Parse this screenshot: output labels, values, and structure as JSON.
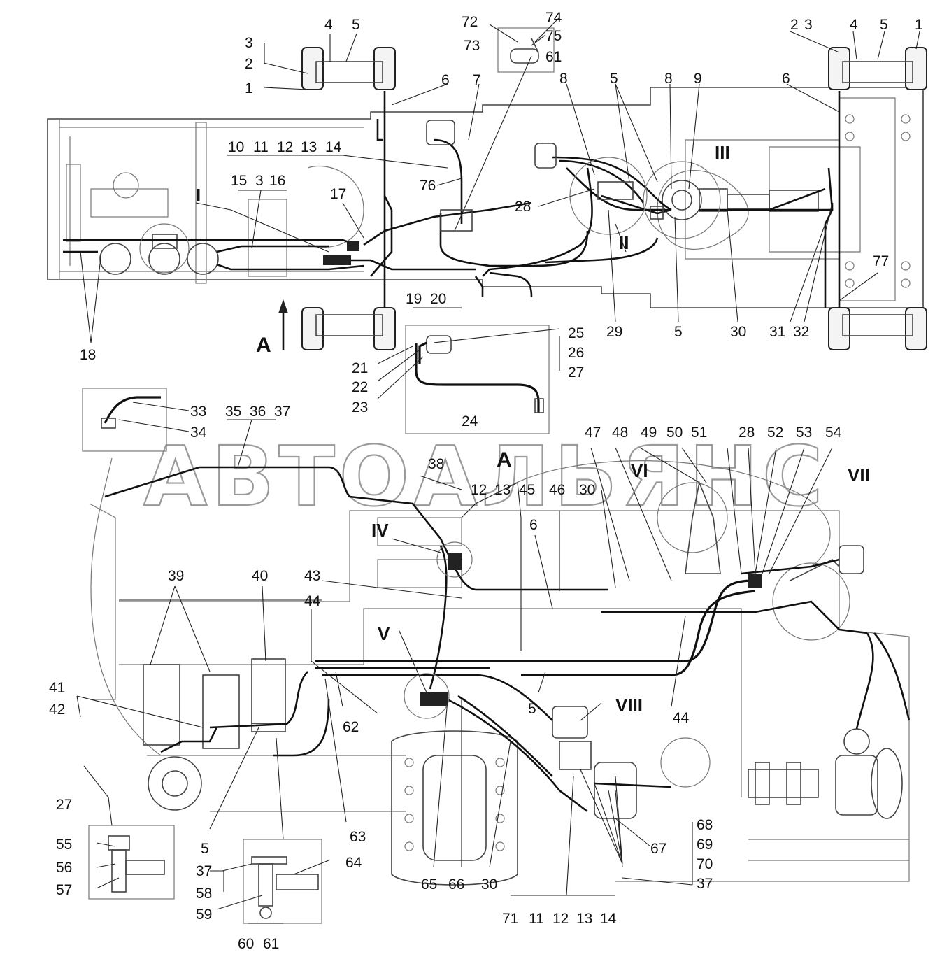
{
  "watermark": "АВТОАЛЬЯНС",
  "view_letters": {
    "a_upper": "A",
    "a_lower": "A"
  },
  "roman": {
    "I": "I",
    "II": "II",
    "III": "III",
    "IV": "IV",
    "V": "V",
    "VI": "VI",
    "VII": "VII",
    "VIII": "VIII"
  },
  "callouts": {
    "1": "1",
    "2": "2",
    "3": "3",
    "4": "4",
    "5": "5",
    "6": "6",
    "7": "7",
    "8": "8",
    "9": "9",
    "10": "10",
    "11": "11",
    "12": "12",
    "13": "13",
    "14": "14",
    "15": "15",
    "16": "16",
    "17": "17",
    "18": "18",
    "19": "19",
    "20": "20",
    "21": "21",
    "22": "22",
    "23": "23",
    "24": "24",
    "25": "25",
    "26": "26",
    "27": "27",
    "28": "28",
    "29": "29",
    "30": "30",
    "31": "31",
    "32": "32",
    "33": "33",
    "34": "34",
    "35": "35",
    "36": "36",
    "37": "37",
    "38": "38",
    "39": "39",
    "40": "40",
    "41": "41",
    "42": "42",
    "43": "43",
    "44": "44",
    "45": "45",
    "46": "46",
    "47": "47",
    "48": "48",
    "49": "49",
    "50": "50",
    "51": "51",
    "52": "52",
    "53": "53",
    "54": "54",
    "55": "55",
    "56": "56",
    "57": "57",
    "58": "58",
    "59": "59",
    "60": "60",
    "61": "61",
    "62": "62",
    "63": "63",
    "64": "64",
    "65": "65",
    "66": "66",
    "67": "67",
    "68": "68",
    "69": "69",
    "70": "70",
    "71": "71",
    "72": "72",
    "73": "73",
    "74": "74",
    "75": "75",
    "76": "76",
    "77": "77"
  }
}
